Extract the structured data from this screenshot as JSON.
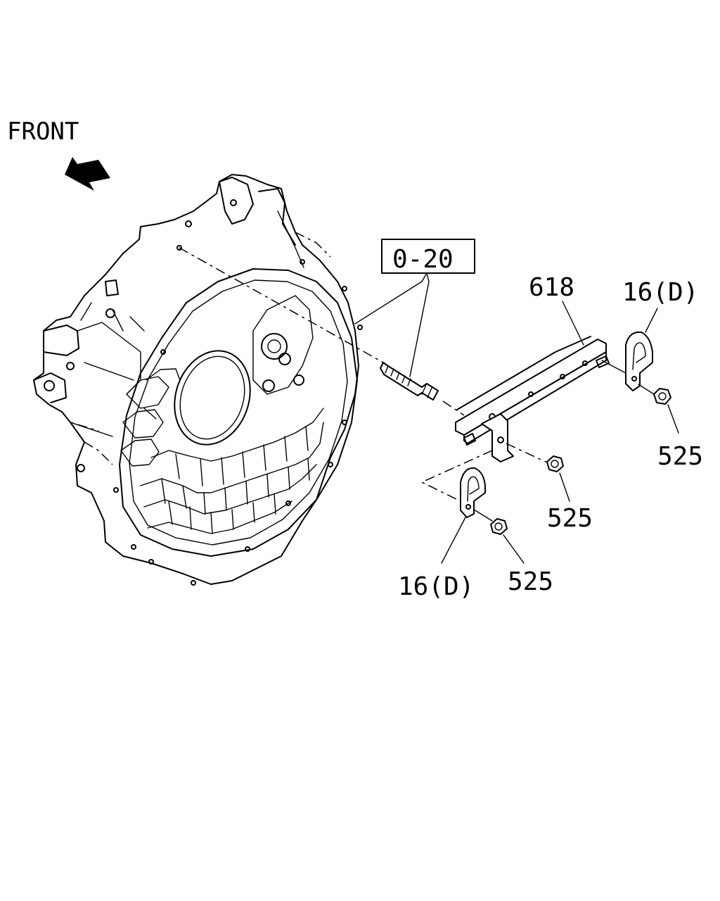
{
  "direction": {
    "label": "FRONT",
    "icon": "arrow-left-icon"
  },
  "reference": {
    "label": "0-20"
  },
  "callouts": {
    "bracket": "618",
    "clip_upper": "16(D)",
    "clip_lower": "16(D)",
    "nut_right": "525",
    "nut_middle": "525",
    "nut_lower": "525"
  }
}
